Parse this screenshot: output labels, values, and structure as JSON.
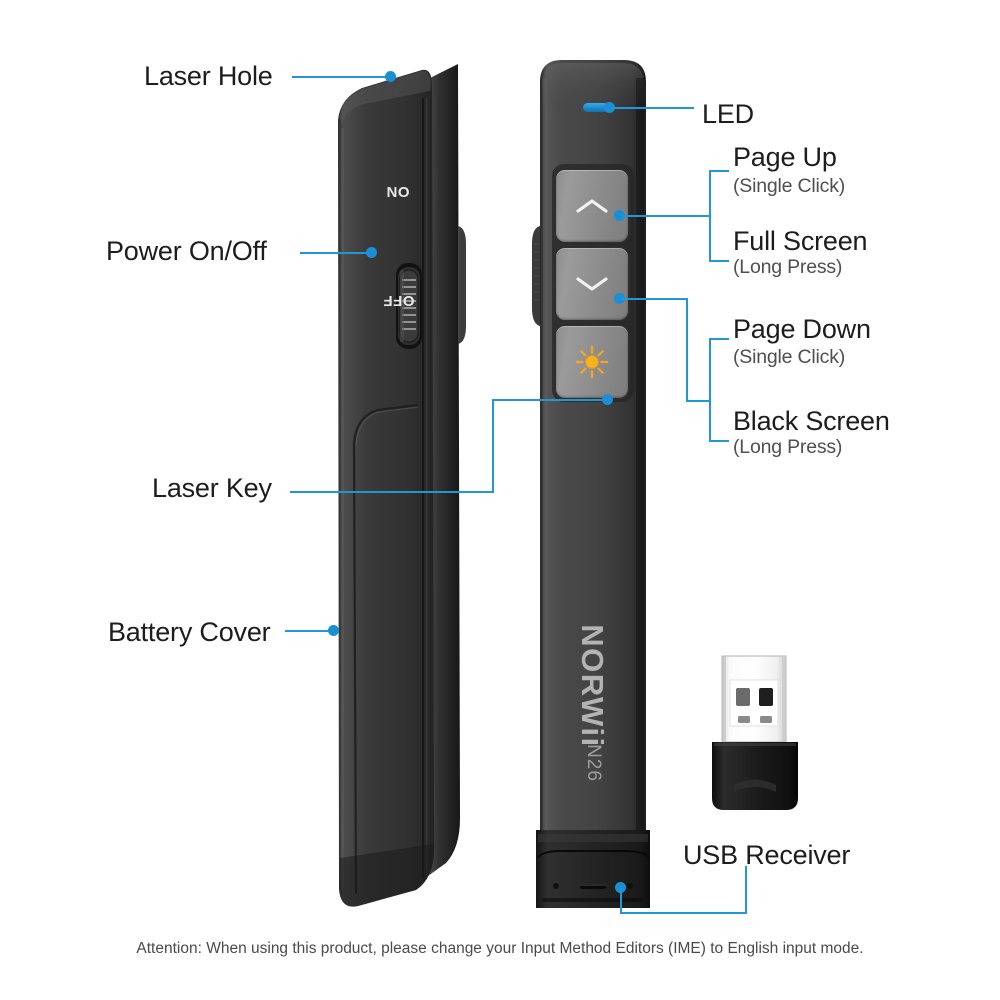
{
  "product": {
    "brand": "NORWii",
    "model": "N26",
    "switch_on_label": "ON",
    "switch_off_label": "OFF"
  },
  "labels": {
    "laser_hole": "Laser Hole",
    "power_on_off": "Power On/Off",
    "laser_key": "Laser Key",
    "battery_cover": "Battery Cover",
    "led": "LED",
    "usb_receiver": "USB Receiver"
  },
  "button_functions": [
    {
      "primary": "Page Up",
      "primary_hint": "(Single Click)",
      "secondary": "Full Screen",
      "secondary_hint": "(Long Press)"
    },
    {
      "primary": "Page Down",
      "primary_hint": "(Single Click)",
      "secondary": "Black Screen",
      "secondary_hint": "(Long Press)"
    }
  ],
  "icons": {
    "page_up": "chevron-up-icon",
    "page_down": "chevron-down-icon",
    "laser": "laser-sunburst-icon",
    "led": "led-indicator"
  },
  "attention": "Attention: When using this product, please change your Input Method Editors (IME) to English input mode.",
  "colors": {
    "accent": "#2196d8",
    "dot": "#1b8fd4",
    "body_dark": "#3f3f3f",
    "body_black": "#1c1c1c",
    "button_face": "#8f8f8f",
    "laser_icon": "#f5a623",
    "text": "#231f20",
    "subtext": "#4f4f4f",
    "background": "#ffffff"
  }
}
